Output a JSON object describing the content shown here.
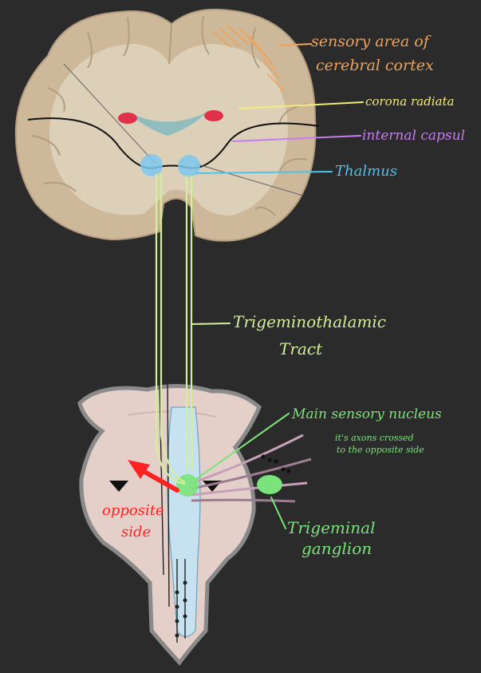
{
  "colors": {
    "background": "#2b2b2b",
    "cortex": "#cdb89a",
    "white_matter": "#d9cbb3",
    "brainstem": "#e4cfc9",
    "sensory_cortex": "#f0a35a",
    "corona_radiata": "#f2ec7a",
    "internal_capsule": "#c77df0",
    "thalamus": "#4cc3f0",
    "tract": "#d4ef9a",
    "nucleus": "#7be37b",
    "opposite": "#ff2222"
  },
  "labels": {
    "sensory_line1": "sensory area of",
    "sensory_line2": "cerebral cortex",
    "corona_radiata": "corona radiata",
    "internal_capsule": "internal capsul",
    "thalamus": "Thalmus",
    "tract_line1": "Trigeminothalamic",
    "tract_line2": "Tract",
    "main_nucleus": "Main sensory nucleus",
    "note_line1": "it's axons crossed",
    "note_line2": "to the opposite side",
    "opposite_line1": "opposite",
    "opposite_line2": "side",
    "ganglion_line1": "Trigeminal",
    "ganglion_line2": "ganglion"
  }
}
